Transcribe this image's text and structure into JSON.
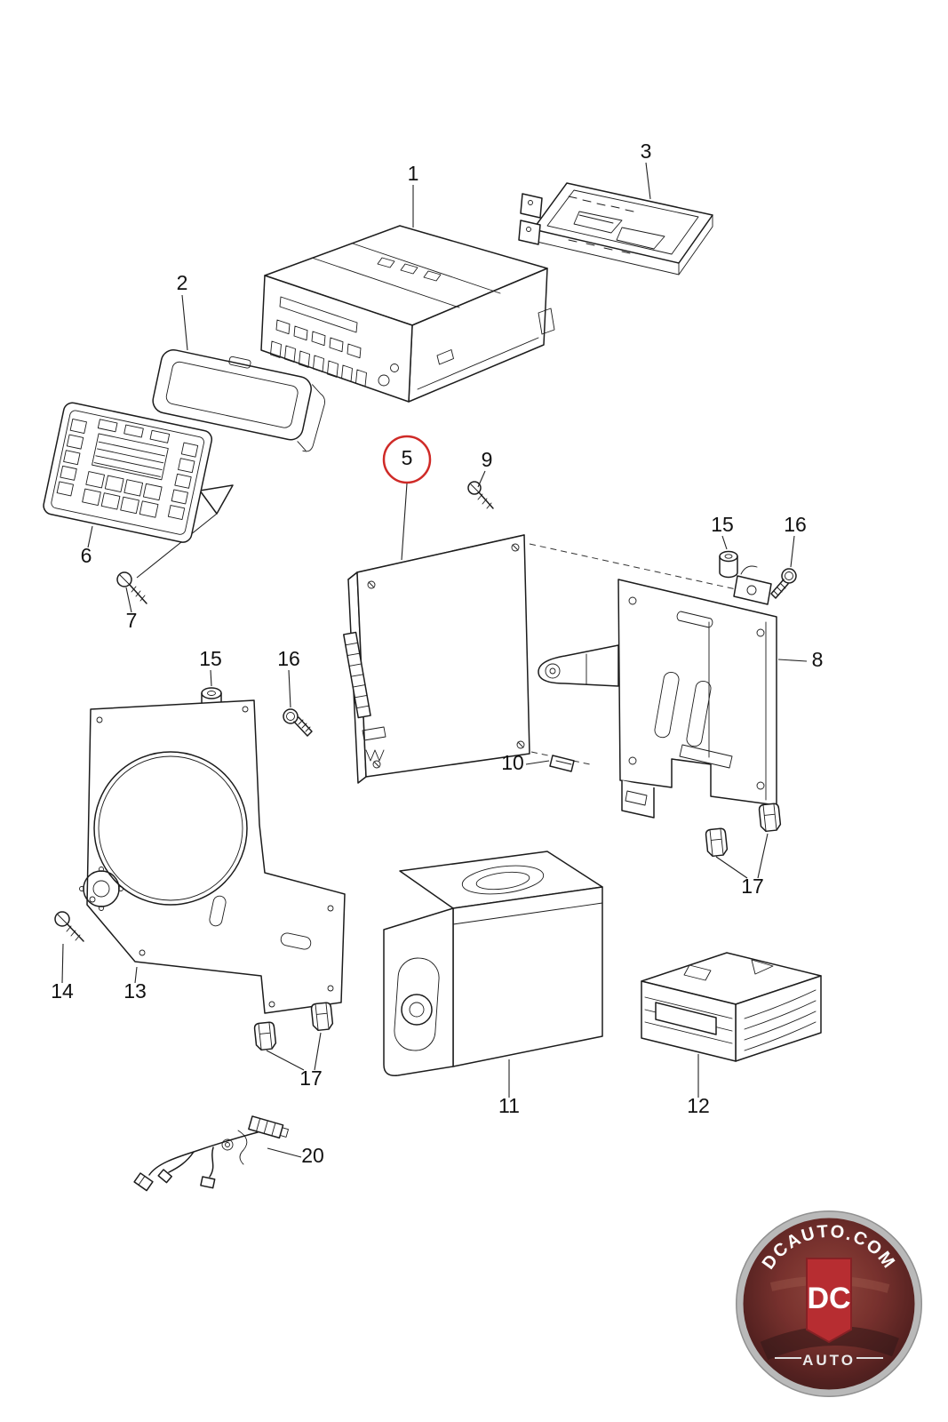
{
  "diagram": {
    "highlighted_part": "5",
    "highlight_color": "#cf2a27",
    "callouts": {
      "c1": "1",
      "c2": "2",
      "c3": "3",
      "c5": "5",
      "c6": "6",
      "c7": "7",
      "c8": "8",
      "c9": "9",
      "c10": "10",
      "c11": "11",
      "c12": "12",
      "c13": "13",
      "c14": "14",
      "c15a": "15",
      "c15b": "15",
      "c16a": "16",
      "c16b": "16",
      "c17a": "17",
      "c17b": "17",
      "c20": "20"
    }
  },
  "watermark": {
    "site": "DCAUTO.COM",
    "brand": "DC",
    "name": "AUTO"
  }
}
